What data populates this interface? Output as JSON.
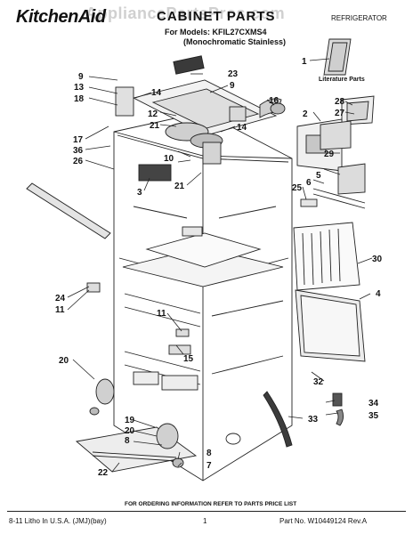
{
  "header": {
    "brand": "KitchenAid",
    "title": "CABINET PARTS",
    "appliance": "REFRIGERATOR",
    "models_line": "For Models: KFIL27CXMS4",
    "finish_line": "(Monochromatic Stainless)",
    "watermark": "AppliancePartsPros.com"
  },
  "diagram": {
    "literature_label": "Literature Parts",
    "callouts": [
      {
        "id": "c1",
        "label": "1"
      },
      {
        "id": "c2",
        "label": "2"
      },
      {
        "id": "c3",
        "label": "3"
      },
      {
        "id": "c4",
        "label": "4"
      },
      {
        "id": "c5",
        "label": "5"
      },
      {
        "id": "c6",
        "label": "6"
      },
      {
        "id": "c7",
        "label": "7"
      },
      {
        "id": "c8a",
        "label": "8"
      },
      {
        "id": "c8b",
        "label": "8"
      },
      {
        "id": "c9a",
        "label": "9"
      },
      {
        "id": "c9b",
        "label": "9"
      },
      {
        "id": "c10",
        "label": "10"
      },
      {
        "id": "c11a",
        "label": "11"
      },
      {
        "id": "c11b",
        "label": "11"
      },
      {
        "id": "c12",
        "label": "12"
      },
      {
        "id": "c13",
        "label": "13"
      },
      {
        "id": "c14a",
        "label": "14"
      },
      {
        "id": "c14b",
        "label": "14"
      },
      {
        "id": "c15",
        "label": "15"
      },
      {
        "id": "c16",
        "label": "16"
      },
      {
        "id": "c17",
        "label": "17"
      },
      {
        "id": "c18",
        "label": "18"
      },
      {
        "id": "c19",
        "label": "19"
      },
      {
        "id": "c20a",
        "label": "20"
      },
      {
        "id": "c20b",
        "label": "20"
      },
      {
        "id": "c21a",
        "label": "21"
      },
      {
        "id": "c21b",
        "label": "21"
      },
      {
        "id": "c22",
        "label": "22"
      },
      {
        "id": "c23",
        "label": "23"
      },
      {
        "id": "c24",
        "label": "24"
      },
      {
        "id": "c25",
        "label": "25"
      },
      {
        "id": "c26",
        "label": "26"
      },
      {
        "id": "c27",
        "label": "27"
      },
      {
        "id": "c28",
        "label": "28"
      },
      {
        "id": "c29",
        "label": "29"
      },
      {
        "id": "c30",
        "label": "30"
      },
      {
        "id": "c32",
        "label": "32"
      },
      {
        "id": "c33",
        "label": "33"
      },
      {
        "id": "c34",
        "label": "34"
      },
      {
        "id": "c35",
        "label": "35"
      },
      {
        "id": "c36",
        "label": "36"
      }
    ]
  },
  "footer": {
    "order_note": "FOR ORDERING INFORMATION REFER TO PARTS PRICE LIST",
    "print_info": "8-11 Litho In U.S.A. (JMJ)(bay)",
    "page_number": "1",
    "part_number": "Part No. W10449124 Rev.A"
  }
}
